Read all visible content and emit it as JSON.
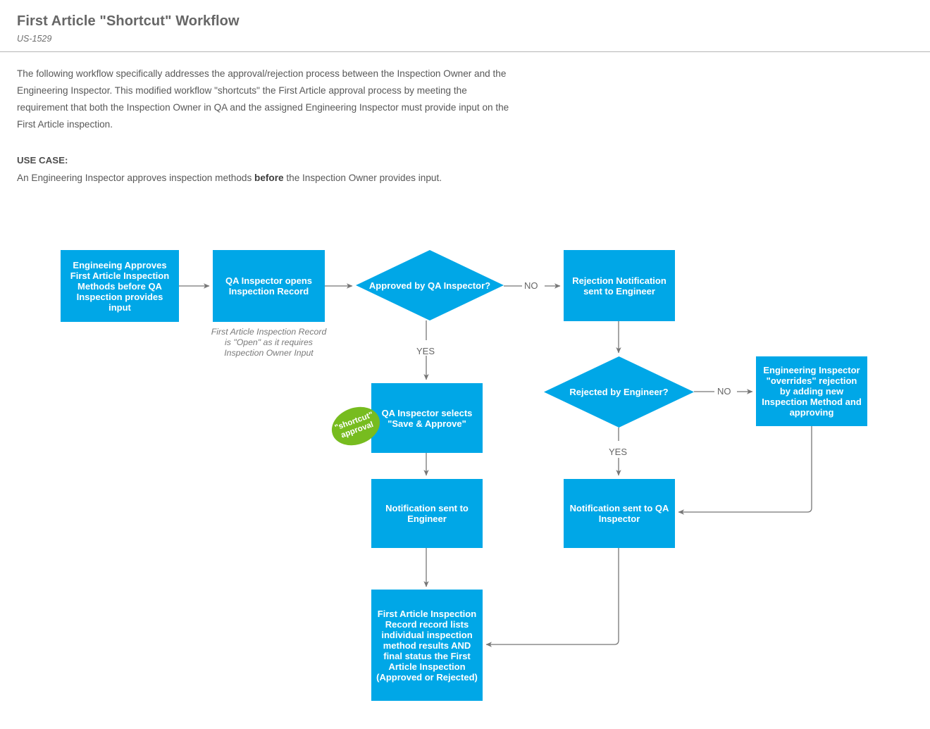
{
  "header": {
    "title": "First Article \"Shortcut\" Workflow",
    "subtitle": "US-1529"
  },
  "intro": {
    "paragraph": "The following workflow specifically addresses the approval/rejection process between the Inspection Owner and the Engineering Inspector. This modified workflow \"shortcuts\" the First Article approval process by meeting the requirement that both the Inspection Owner in QA and the assigned Engineering Inspector must provide input on the First Article inspection."
  },
  "use_case": {
    "heading": "USE CASE:",
    "text_before": "An Engineering Inspector approves inspection methods ",
    "text_emphasis": "before",
    "text_after": " the Inspection Owner provides input."
  },
  "flowchart": {
    "accent_color": "#00A7E7",
    "badge_color": "#77BC1F",
    "edge_color": "#767676",
    "nodes": {
      "engineering_approves": "Engineeing Approves First Article Inspection Methods before QA Inspection provides input",
      "qa_opens_record": "QA Inspector opens Inspection Record",
      "approved_by_qa": "Approved by QA Inspector?",
      "rejection_notification": "Rejection Notification sent to Engineer",
      "rejected_by_engineer": "Rejected by Engineer?",
      "engineer_overrides": "Engineering Inspector \"overrides\" rejection by adding new Inspection Method and approving",
      "qa_save_approve": "QA Inspector selects \"Save & Approve\"",
      "notification_engineer": "Notification sent to Engineer",
      "notification_qa": "Notification sent to QA Inspector",
      "final_record": "First Article Inspection Record record lists individual inspection method results AND final status the First Article Inspection (Approved or Rejected)"
    },
    "notes": {
      "record_open": "First Article Inspection Record is \"Open\" as it requires Inspection Owner Input"
    },
    "badge": {
      "text": "\"shortcut\"\napproval"
    },
    "edge_labels": {
      "no_qa": "NO",
      "yes_qa": "YES",
      "no_engineer": "NO",
      "yes_engineer": "YES"
    }
  }
}
